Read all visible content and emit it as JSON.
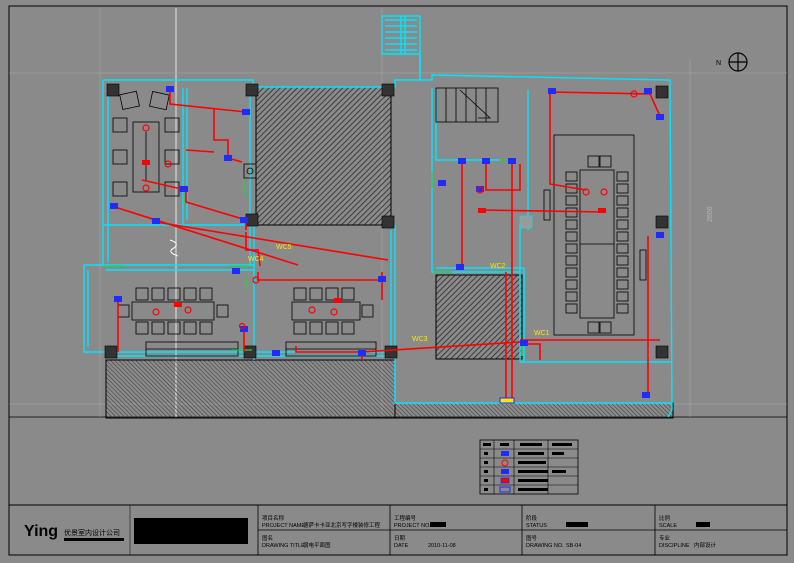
{
  "colors": {
    "background": "#8a8a8a",
    "wall": "#00e5ff",
    "circuit": "#ff0000",
    "device": "#1f2bff",
    "label": "#ffe600",
    "hatch": "#2a2a2a",
    "green": "#1fd24a",
    "ink": "#000000"
  },
  "plan": {
    "north_label": "N",
    "circuits": [
      "WC5",
      "WC4",
      "WC2",
      "WC3",
      "WC1"
    ],
    "side_dimension": "2600"
  },
  "legend": {
    "rows": 6,
    "icons": [
      "outlet-icon",
      "socket-icon",
      "switch-icon",
      "junction-box-icon",
      "panel-icon"
    ]
  },
  "title_block": {
    "logo": "Ying",
    "company": "优景室内设计公司",
    "project_name_label_cn": "项目名称",
    "project_name_label_en": "PROJECT NAME",
    "project_name_value": "德萨卡卡亚北京写字楼装修工程",
    "drawing_title_label_cn": "图名",
    "drawing_title_label_en": "DRAWING TITLE",
    "drawing_title_value": "弱电平面图",
    "project_no_label_cn": "工程编号",
    "project_no_label_en": "PROJECT NO.",
    "date_label_cn": "日期",
    "date_label_en": "DATE",
    "date_value": "2010-11-08",
    "status_label_cn": "阶段",
    "status_label_en": "STATUS",
    "drawing_no_label_cn": "图号",
    "drawing_no_label_en": "DRAWING NO.",
    "drawing_no_value": "SB-04",
    "scale_label_cn": "比例",
    "scale_label_en": "SCALE",
    "discipline_label_cn": "专业",
    "discipline_label_en": "DISCIPLINE",
    "discipline_value": "内部设计"
  }
}
